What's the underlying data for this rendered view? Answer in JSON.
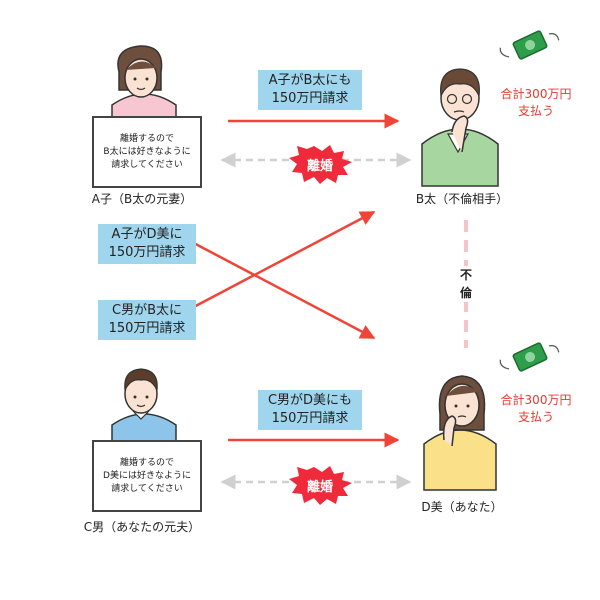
{
  "people": {
    "a": {
      "label": "A子（B太の元妻）"
    },
    "b": {
      "label": "B太（不倫相手）"
    },
    "c": {
      "label": "C男（あなたの元夫）"
    },
    "d": {
      "label": "D美（あなた）"
    }
  },
  "signs": {
    "top": [
      "離婚するので",
      "B太には好きなように",
      "請求してください"
    ],
    "bottom": [
      "離婚するので",
      "D美には好きなように",
      "請求してください"
    ]
  },
  "claims": {
    "a_to_b": [
      "A子がB太にも",
      "150万円請求"
    ],
    "a_to_d": [
      "A子がD美に",
      "150万円請求"
    ],
    "c_to_b": [
      "C男がB太に",
      "150万円請求"
    ],
    "c_to_d": [
      "C男がD美にも",
      "150万円請求"
    ]
  },
  "divorce": {
    "top": "離婚",
    "bottom": "離婚"
  },
  "affair": [
    "不",
    "倫"
  ],
  "payment": {
    "b": [
      "合計300万円",
      "支払う"
    ],
    "d": [
      "合計300万円",
      "支払う"
    ]
  },
  "colors": {
    "arrow_red": "#f04438",
    "dash_gray": "#d0d0d0",
    "burst_red": "#ef2a3a",
    "box_blue": "#9fd6ee",
    "affair_pink": "#f6c4c8"
  }
}
